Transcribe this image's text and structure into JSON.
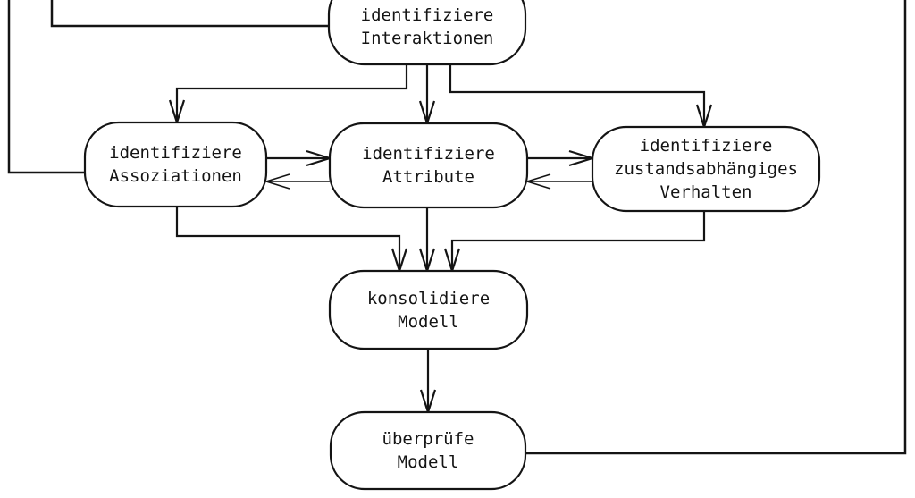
{
  "diagram": {
    "colors": {
      "line": "#141414",
      "background": "#ffffff",
      "node_fill": "#ffffff"
    },
    "nodes": {
      "interaktionen": {
        "label": "identifiziere\nInteraktionen"
      },
      "assoziationen": {
        "label": "identifiziere\nAssoziationen"
      },
      "attribute": {
        "label": "identifiziere\nAttribute"
      },
      "verhalten": {
        "label": "identifiziere\nzustandsabhängiges\nVerhalten"
      },
      "konsolidiere": {
        "label": "konsolidiere\nModell"
      },
      "ueberpruefe": {
        "label": "überprüfe\nModell"
      }
    },
    "edges": [
      {
        "id": "feedback-left-to-assoziationen",
        "from": "offscreen-top-left",
        "to": "identifiziere Assoziationen",
        "arrowhead": false
      },
      {
        "id": "feedback-left-to-interaktionen",
        "from": "offscreen-top-left",
        "to": "identifiziere Interaktionen",
        "arrowhead": false
      },
      {
        "id": "interaktionen-to-assoziationen",
        "from": "identifiziere Interaktionen",
        "to": "identifiziere Assoziationen",
        "arrowhead": true
      },
      {
        "id": "interaktionen-to-attribute",
        "from": "identifiziere Interaktionen",
        "to": "identifiziere Attribute",
        "arrowhead": true
      },
      {
        "id": "interaktionen-to-verhalten",
        "from": "identifiziere Interaktionen",
        "to": "identifiziere zustandsabhängiges Verhalten",
        "arrowhead": true
      },
      {
        "id": "assoziationen-to-attribute",
        "from": "identifiziere Assoziationen",
        "to": "identifiziere Attribute",
        "arrowhead": true
      },
      {
        "id": "attribute-to-assoziationen",
        "from": "identifiziere Attribute",
        "to": "identifiziere Assoziationen",
        "arrowhead": true
      },
      {
        "id": "attribute-to-verhalten",
        "from": "identifiziere Attribute",
        "to": "identifiziere zustandsabhängiges Verhalten",
        "arrowhead": true
      },
      {
        "id": "verhalten-to-attribute",
        "from": "identifiziere zustandsabhängiges Verhalten",
        "to": "identifiziere Attribute",
        "arrowhead": true
      },
      {
        "id": "assoziationen-to-konsolidiere",
        "from": "identifiziere Assoziationen",
        "to": "konsolidiere Modell",
        "arrowhead": true
      },
      {
        "id": "attribute-to-konsolidiere",
        "from": "identifiziere Attribute",
        "to": "konsolidiere Modell",
        "arrowhead": true
      },
      {
        "id": "verhalten-to-konsolidiere",
        "from": "identifiziere zustandsabhängiges Verhalten",
        "to": "konsolidiere Modell",
        "arrowhead": true
      },
      {
        "id": "konsolidiere-to-ueberpruefe",
        "from": "konsolidiere Modell",
        "to": "überprüfe Modell",
        "arrowhead": true
      },
      {
        "id": "ueberpruefe-to-offscreen-top-right",
        "from": "überprüfe Modell",
        "to": "offscreen-top-right",
        "arrowhead": false
      }
    ]
  }
}
